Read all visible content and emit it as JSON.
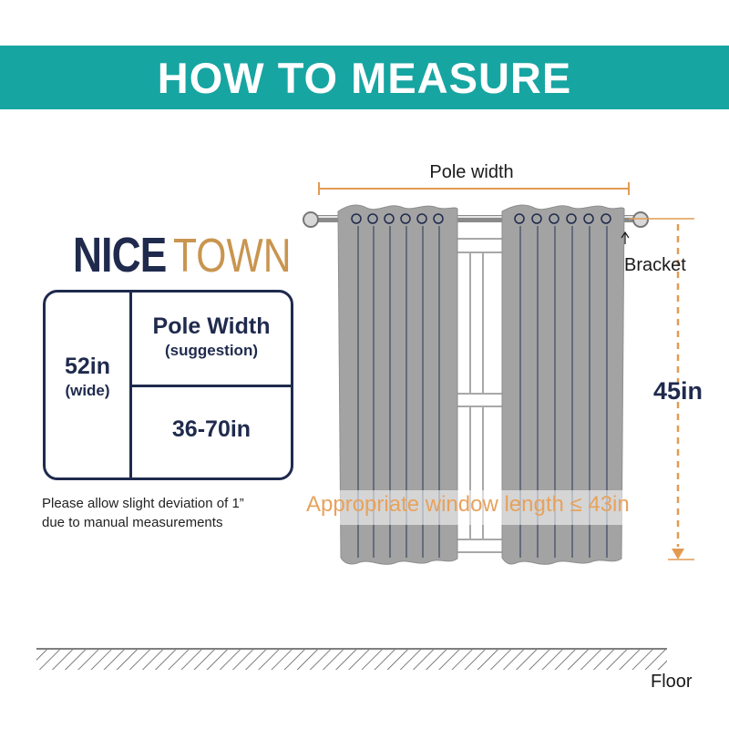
{
  "header": {
    "title": "HOW TO MEASURE"
  },
  "brand": {
    "logo_part1": "NICE",
    "logo_part2": "TOWN"
  },
  "spec_table": {
    "width_value": "52in",
    "width_note": "(wide)",
    "pole_width_heading": "Pole Width",
    "pole_width_note": "(suggestion)",
    "pole_width_range": "36-70in"
  },
  "note": {
    "line1": "Please allow slight deviation of 1”",
    "line2": "due to manual measurements"
  },
  "diagram": {
    "pole_width_label": "Pole width",
    "bracket_label": "Bracket",
    "drop_length": "45in",
    "window_length_note": "Appropriate window length ≤ 43in",
    "floor_label": "Floor"
  },
  "colors": {
    "banner": "#17a5a2",
    "navy": "#1f2a4d",
    "accent_orange": "#e29a52",
    "logo_tan": "#c9954f",
    "curtain_gray": "#a3a3a3"
  }
}
